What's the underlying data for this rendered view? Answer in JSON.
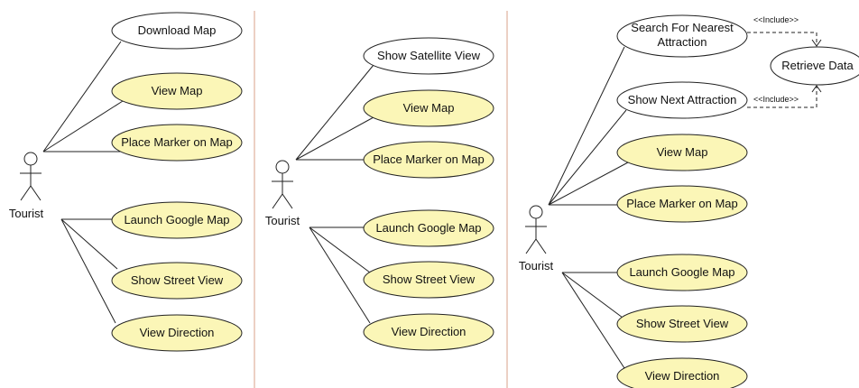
{
  "actor_label": "Tourist",
  "include_label": "<<Include>>",
  "colors": {
    "highlight_fill": "#fbf6b7",
    "plain_fill": "#ffffff",
    "separator": "#d9a08a"
  },
  "panels": [
    {
      "actor": "Tourist",
      "use_cases": [
        {
          "label": "Download Map",
          "highlight": false
        },
        {
          "label": "View Map",
          "highlight": true
        },
        {
          "label": "Place Marker on Map",
          "highlight": true
        },
        {
          "label": "Launch Google Map",
          "highlight": true
        },
        {
          "label": "Show Street View",
          "highlight": true
        },
        {
          "label": "View Direction",
          "highlight": true
        }
      ]
    },
    {
      "actor": "Tourist",
      "use_cases": [
        {
          "label": "Show Satellite View",
          "highlight": false
        },
        {
          "label": "View Map",
          "highlight": true
        },
        {
          "label": "Place Marker on Map",
          "highlight": true
        },
        {
          "label": "Launch Google Map",
          "highlight": true
        },
        {
          "label": "Show Street View",
          "highlight": true
        },
        {
          "label": "View Direction",
          "highlight": true
        }
      ]
    },
    {
      "actor": "Tourist",
      "use_cases": [
        {
          "label": "Search For Nearest",
          "label2": "Attraction",
          "highlight": false
        },
        {
          "label": "Show Next Attraction",
          "highlight": false
        },
        {
          "label": "View Map",
          "highlight": true
        },
        {
          "label": "Place Marker on Map",
          "highlight": true
        },
        {
          "label": "Launch Google Map",
          "highlight": true
        },
        {
          "label": "Show Street View",
          "highlight": true
        },
        {
          "label": "View Direction",
          "highlight": true
        }
      ],
      "included": {
        "label": "Retrieve Data",
        "highlight": false
      }
    }
  ]
}
